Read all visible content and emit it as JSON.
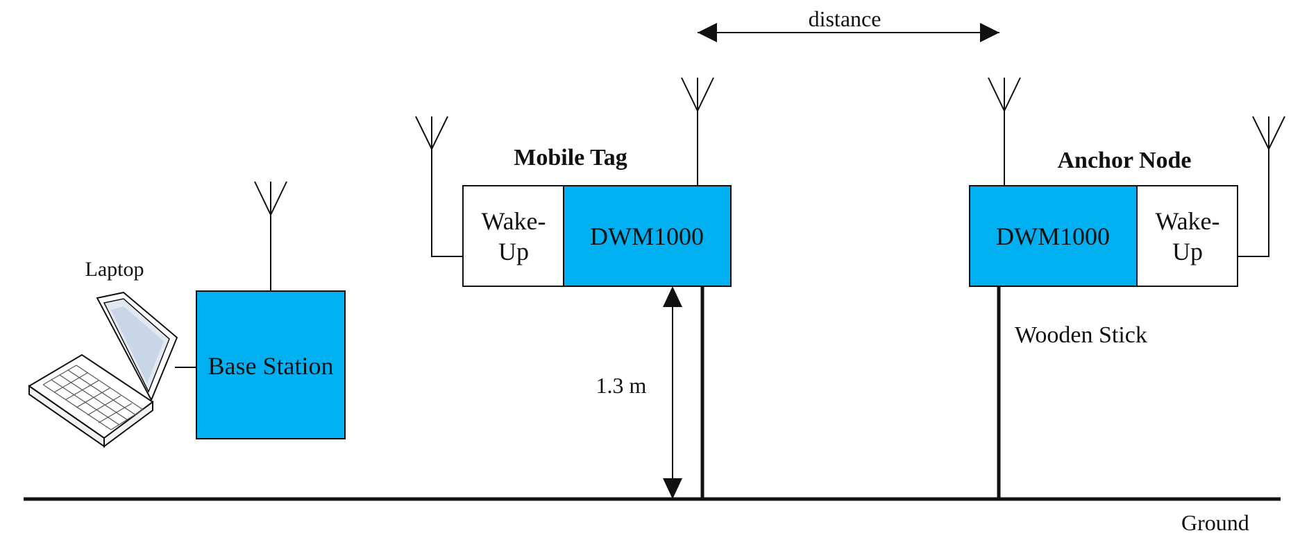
{
  "diagram": {
    "distance_label": "distance",
    "laptop_label": "Laptop",
    "base_station_label": "Base Station",
    "mobile_tag": {
      "title": "Mobile Tag",
      "wakeup_line1": "Wake-",
      "wakeup_line2": "Up",
      "module_label": "DWM1000"
    },
    "anchor_node": {
      "title": "Anchor Node",
      "wakeup_line1": "Wake-",
      "wakeup_line2": "Up",
      "module_label": "DWM1000"
    },
    "height_label": "1.3 m",
    "stick_label": "Wooden Stick",
    "ground_label": "Ground"
  },
  "colors": {
    "module_fill": "#00b0f0",
    "line": "#111111",
    "background": "#ffffff"
  },
  "icons": [
    "antenna-icon",
    "laptop-icon",
    "double-arrow-icon"
  ]
}
